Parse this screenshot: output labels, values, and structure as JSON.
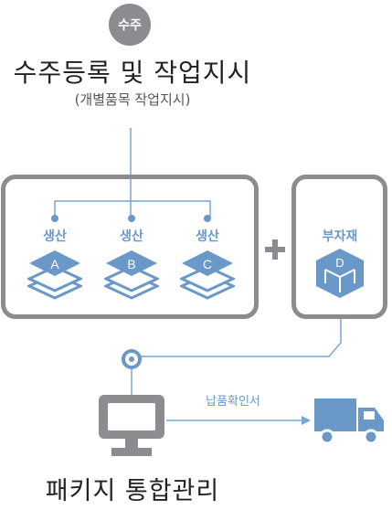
{
  "badge": "수주",
  "title": "수주등록 및 작업지시",
  "subtitle": "(개별품목 작업지시)",
  "production": [
    {
      "label": "생산",
      "letter": "A"
    },
    {
      "label": "생산",
      "letter": "B"
    },
    {
      "label": "생산",
      "letter": "C"
    }
  ],
  "plus": "+",
  "materials": {
    "label": "부자재",
    "letter": "D"
  },
  "delivery_label": "납품확인서",
  "footer": "패키지 통합관리",
  "colors": {
    "accent": "#6a98c8",
    "box_border": "#8b8c90",
    "line": "#7aa6d3"
  },
  "icons": [
    "layers-icon",
    "cube-icon",
    "monitor-icon",
    "truck-icon"
  ]
}
